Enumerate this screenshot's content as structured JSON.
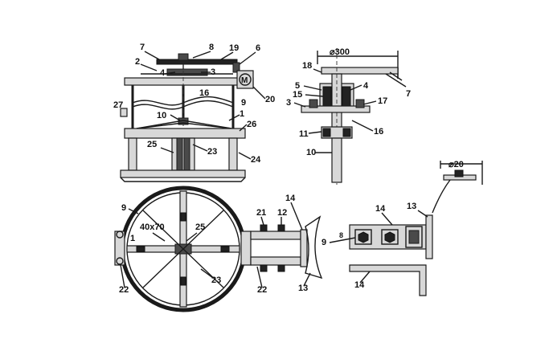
{
  "views": {
    "front": {
      "labels": [
        "7",
        "8",
        "19",
        "6",
        "2",
        "4",
        "3",
        "M",
        "16",
        "20",
        "9",
        "27",
        "10",
        "1",
        "26",
        "25",
        "23",
        "24"
      ]
    },
    "detail": {
      "diameter_label": "⌀300",
      "labels": [
        "18",
        "5",
        "4",
        "15",
        "3",
        "17",
        "7",
        "11",
        "16",
        "10"
      ]
    },
    "plan": {
      "section_label": "40x70",
      "labels": [
        "9",
        "25",
        "21",
        "12",
        "14",
        "1",
        "22",
        "23",
        "22",
        "13"
      ]
    },
    "side_detail": {
      "diameter_label": "⌀20",
      "labels": [
        "14",
        "13",
        "9",
        "8",
        "14"
      ]
    }
  },
  "icons": {
    "motor": "motor-symbol-icon"
  }
}
